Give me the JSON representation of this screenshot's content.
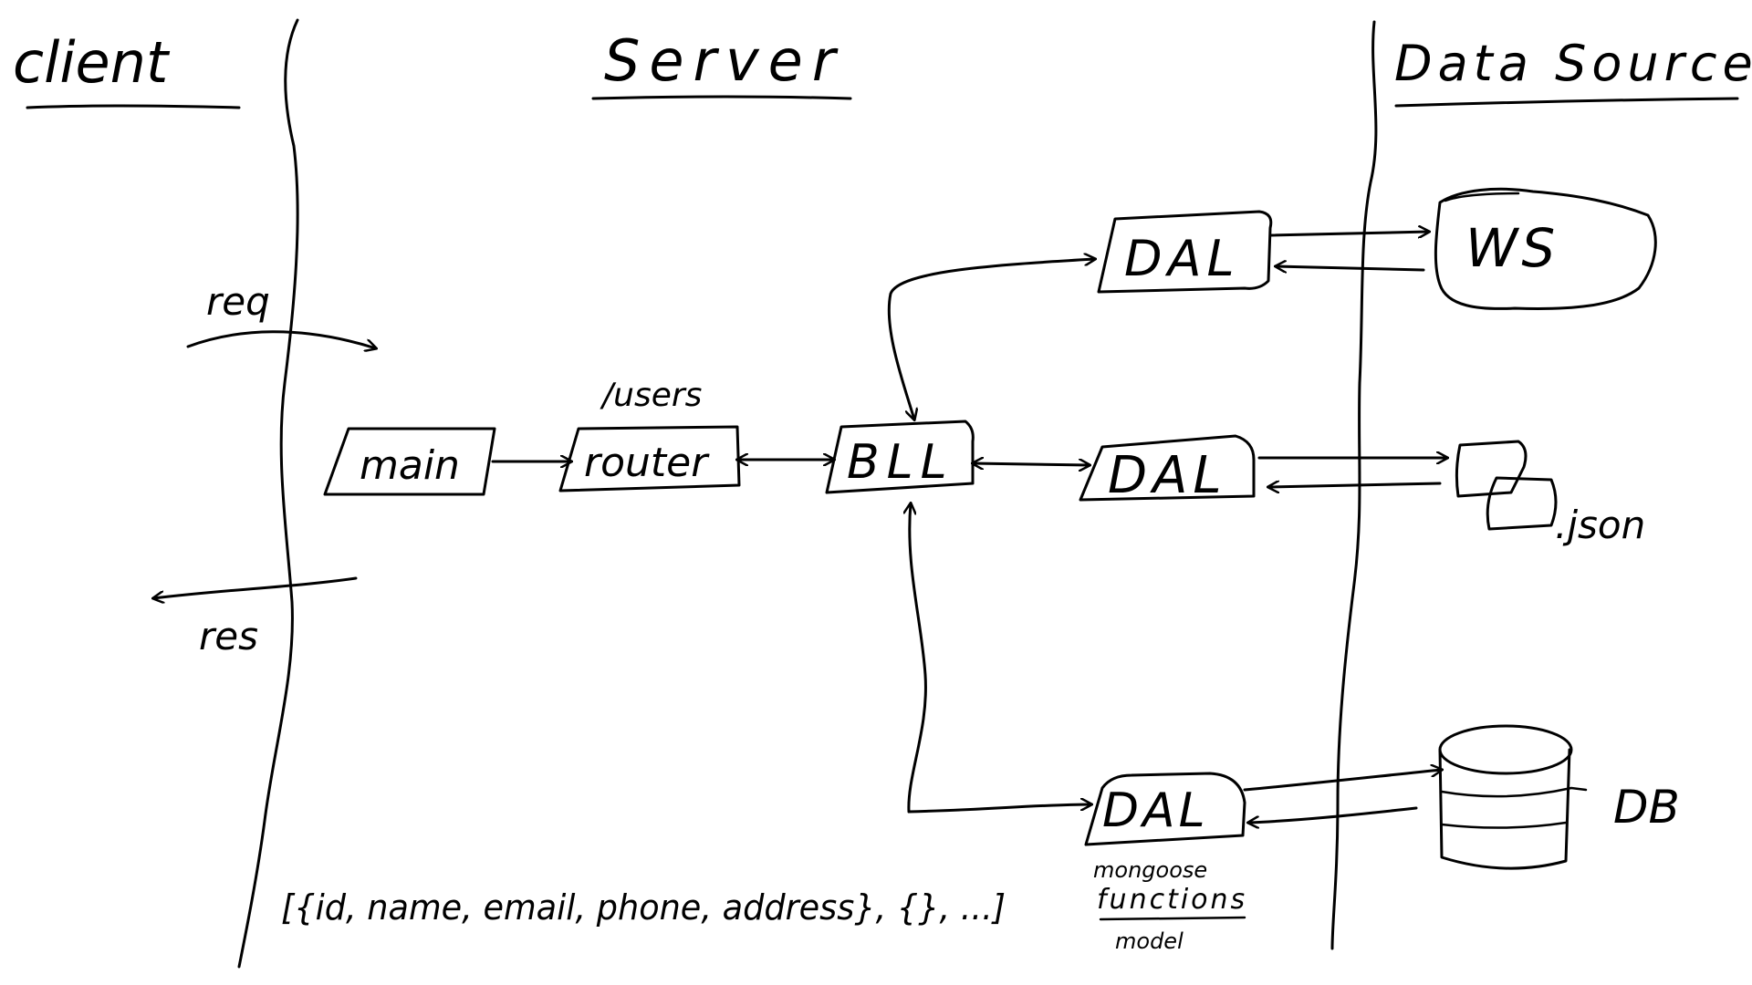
{
  "columns": {
    "client": "client",
    "server": "Server",
    "data_sources": "Data Sources"
  },
  "labels": {
    "req": "req",
    "res": "res",
    "users_route": "/users",
    "json_ext": ".json",
    "db": "DB",
    "ws": "WS",
    "mongoose": "mongoose",
    "functions": "functions",
    "model": "model",
    "data_shape": "[{id, name, email, phone, address}, {}, ...]"
  },
  "nodes": {
    "main": "main",
    "router": "router",
    "bll": "BLL",
    "dal_ws": "DAL",
    "dal_json": "DAL",
    "dal_db": "DAL"
  }
}
